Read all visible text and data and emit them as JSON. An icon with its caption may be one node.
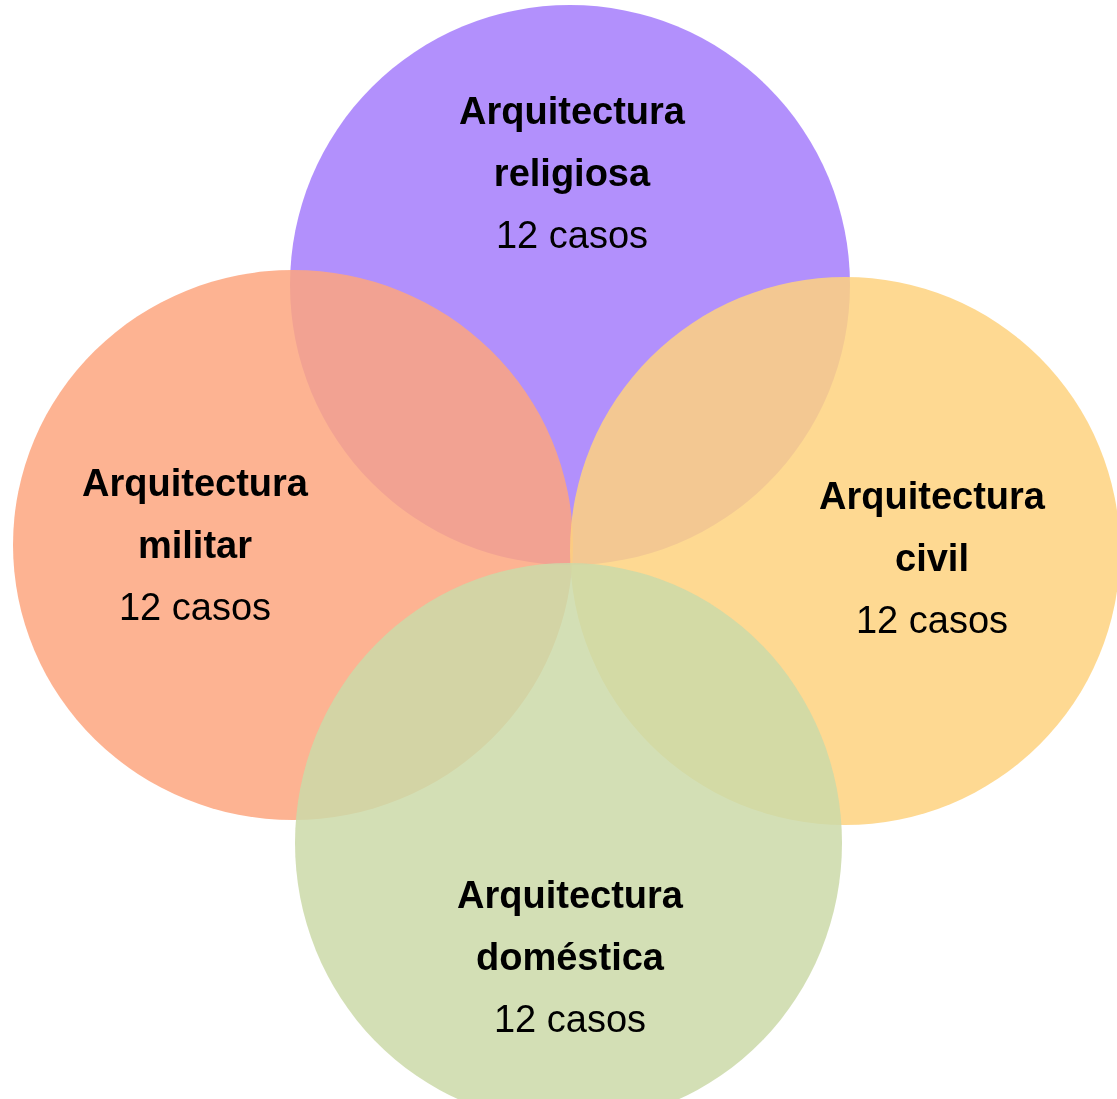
{
  "diagram": {
    "nodes": [
      {
        "text": [
          "Arquitectura religiosa",
          "12 casos"
        ]
      },
      {
        "text": [
          "Arquitectura militar",
          "12 casos"
        ]
      },
      {
        "text": [
          "Arquitectura civil",
          "12 casos"
        ]
      },
      {
        "text": [
          "Arquitectura doméstica",
          "12 casos"
        ]
      }
    ]
  }
}
